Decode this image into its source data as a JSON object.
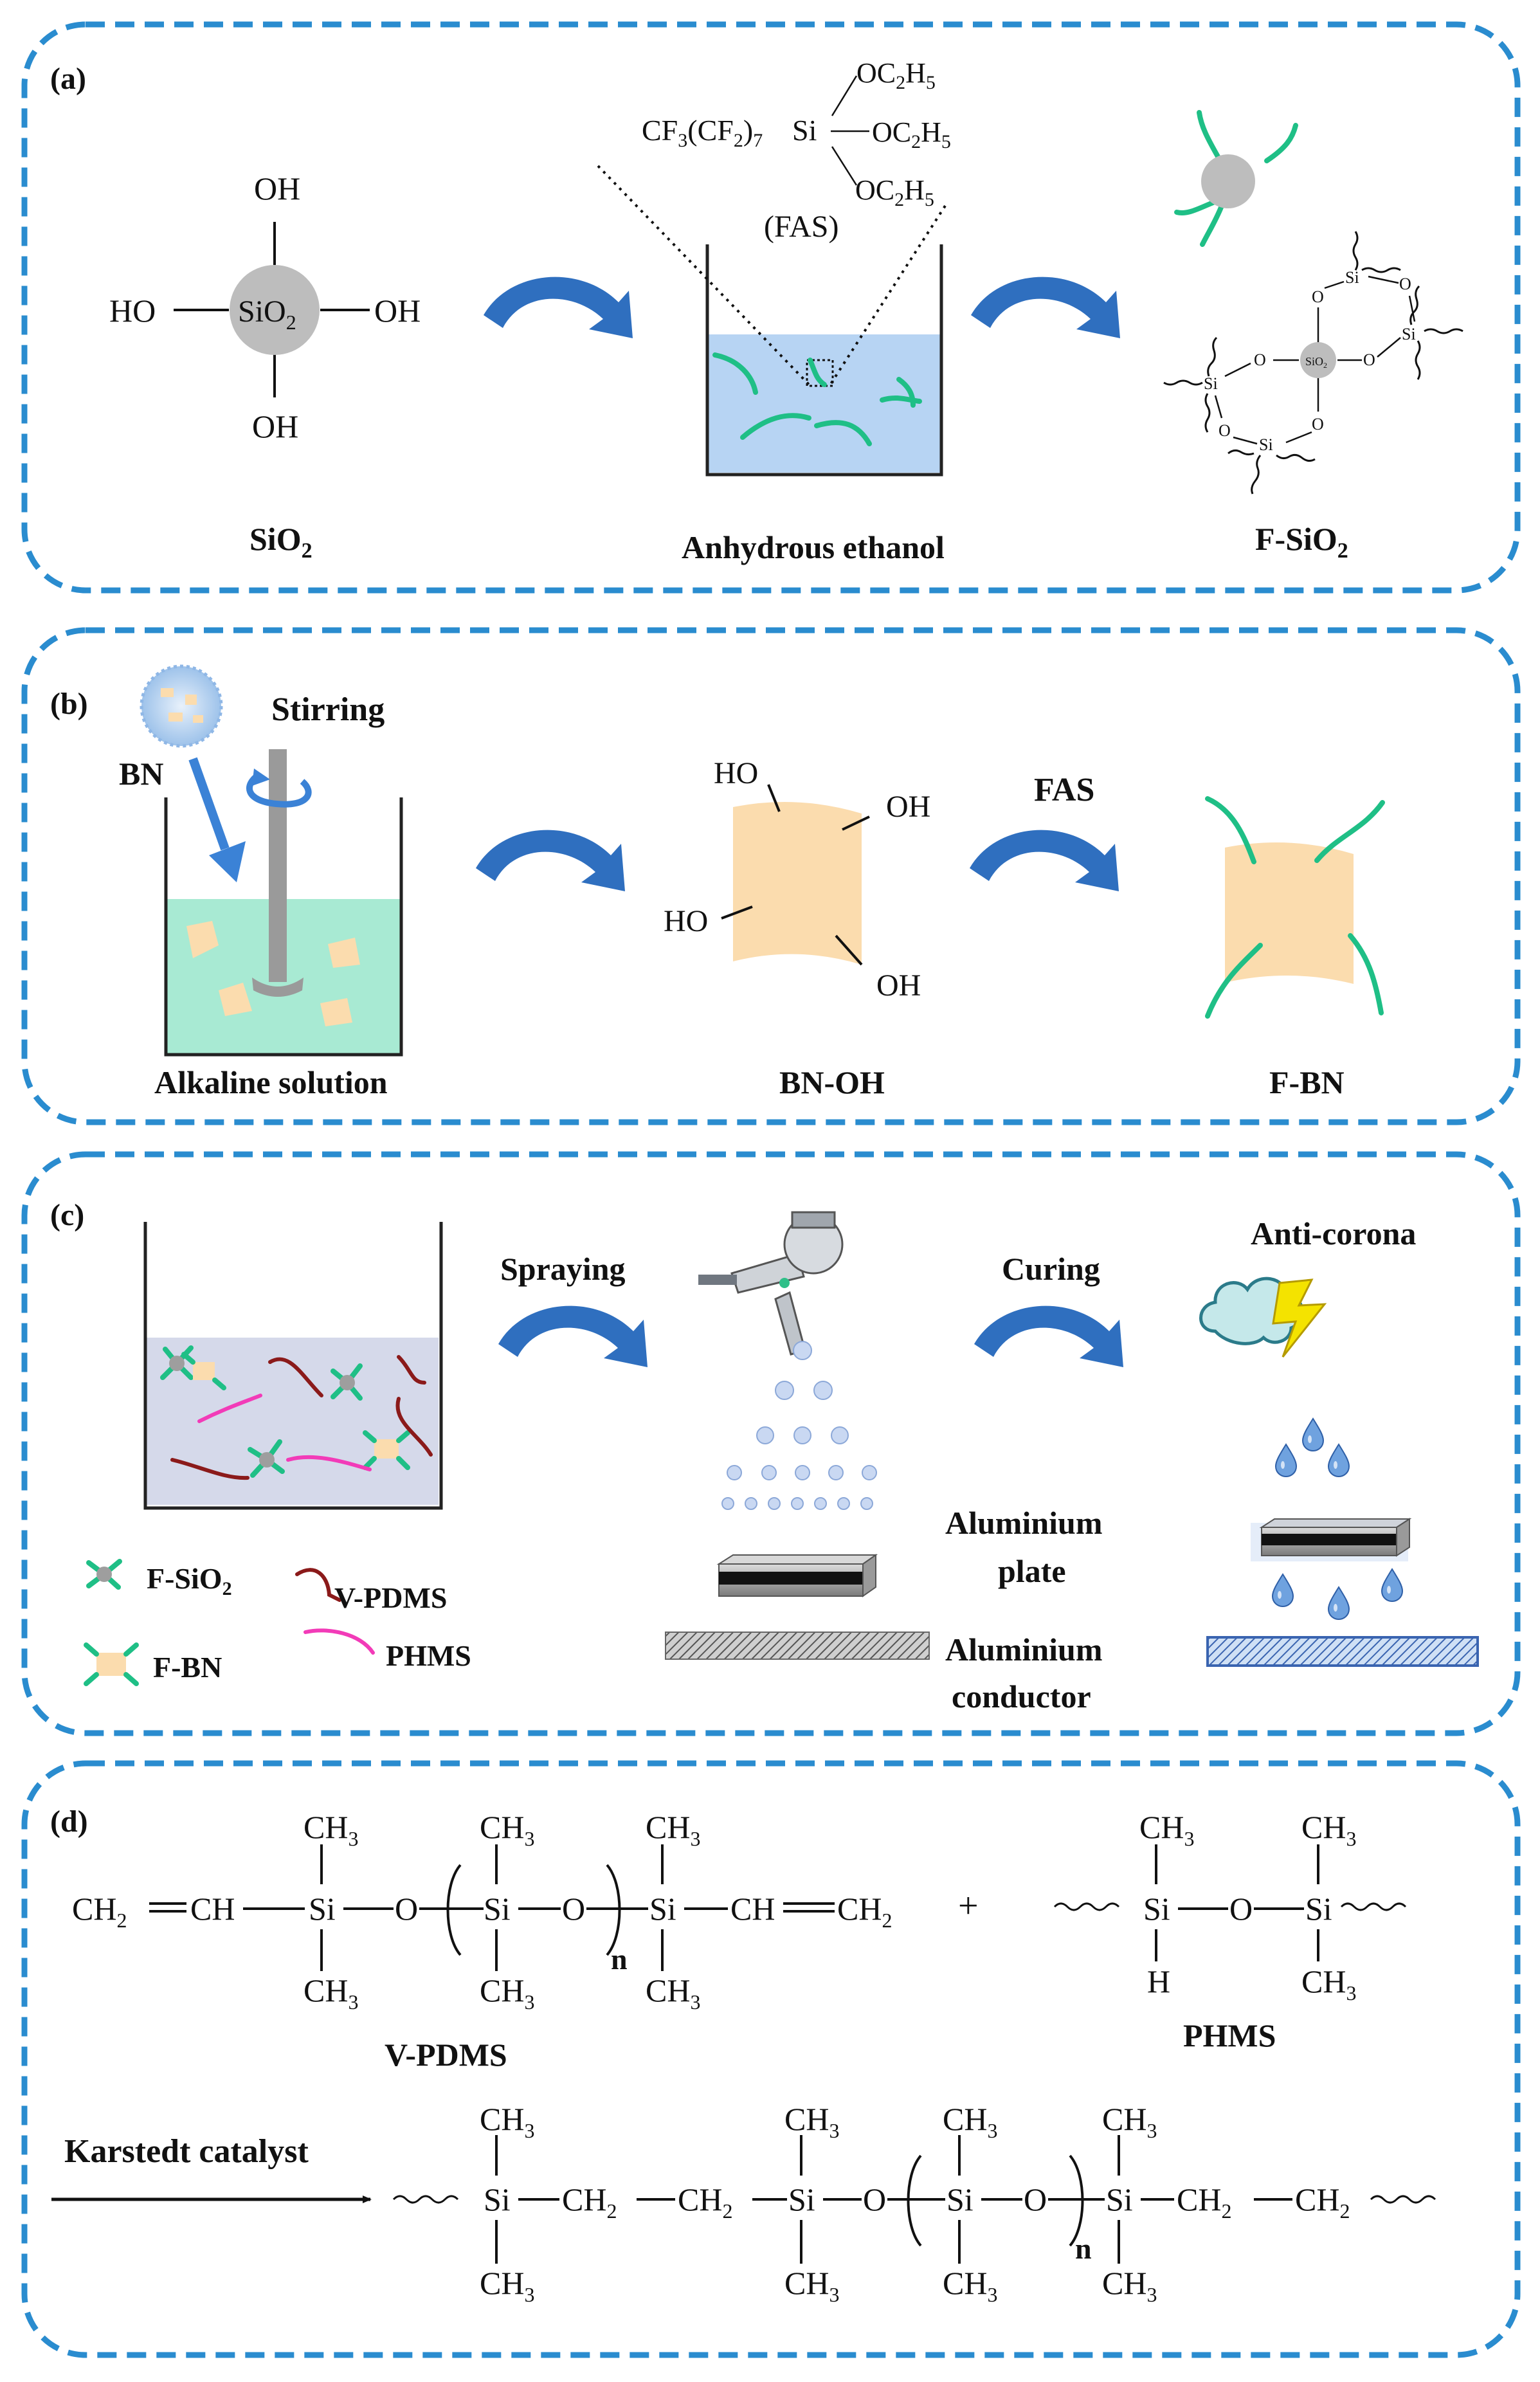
{
  "panels": {
    "a": {
      "label": "(a)",
      "sio2_core": "SiO",
      "sio2_core_sub": "2",
      "oh_top": "OH",
      "oh_bottom": "OH",
      "oh_right": "OH",
      "ho_left": "HO",
      "caption_sio2": "SiO",
      "caption_sio2_sub": "2",
      "fas_formula_left": "CF",
      "fas_formula_3": "3",
      "fas_formula_mid": "(CF",
      "fas_formula_2": "2",
      "fas_formula_close": ")",
      "fas_formula_7": "7",
      "fas_si": "Si",
      "fas_oc": "OC",
      "fas_oc_2": "2",
      "fas_oc_h": "H",
      "fas_oc_5": "5",
      "fas_label": "(FAS)",
      "caption_solvent": "Anhydrous ethanol",
      "product_core": "SiO",
      "product_core_sub": "2",
      "product_si": "Si",
      "product_o": "O",
      "caption_product": "F-SiO",
      "caption_product_sub": "2"
    },
    "b": {
      "label": "(b)",
      "bn_label": "BN",
      "stirring_label": "Stirring",
      "caption_alkaline": "Alkaline solution",
      "ho1": "HO",
      "oh1": "OH",
      "ho2": "HO",
      "oh2": "OH",
      "caption_bnoh": "BN-OH",
      "fas_arrow_label": "FAS",
      "caption_fbn": "F-BN"
    },
    "c": {
      "label": "(c)",
      "spraying_label": "Spraying",
      "curing_label": "Curing",
      "anticorona_label": "Anti-corona",
      "legend_fsio2": "F-SiO",
      "legend_fsio2_sub": "2",
      "legend_fbn": "F-BN",
      "legend_vpdms": "V-PDMS",
      "legend_phms": "PHMS",
      "plate_line1": "Aluminium",
      "plate_line2": "plate",
      "conductor_line1": "Aluminium",
      "conductor_line2": "conductor"
    },
    "d": {
      "label": "(d)",
      "ch2": "CH",
      "ch": "CH",
      "ch3": "CH",
      "sub2": "2",
      "sub3": "3",
      "si": "Si",
      "o": "O",
      "n": "n",
      "h": "H",
      "plus": "+",
      "name_vpdms": "V-PDMS",
      "name_phms": "PHMS",
      "catalyst_label": "Karstedt catalyst"
    }
  },
  "colors": {
    "frame": "#2a8ccf",
    "arrow": "#2f6fbf",
    "fluoro_chain": "#1fbf86",
    "ethanol": "#b7d4f3",
    "alkaline": "#a8ead3",
    "bn_sheet": "#fbdcae",
    "particle": "#bdbdbd",
    "vpdms": "#8b1a1a",
    "phms": "#f23bb8"
  },
  "icons": [
    "curved-arrow-icon",
    "beaker-icon",
    "stirrer-icon",
    "spray-gun-icon",
    "lightning-cloud-icon",
    "water-drop-icon",
    "reaction-arrow-icon"
  ]
}
